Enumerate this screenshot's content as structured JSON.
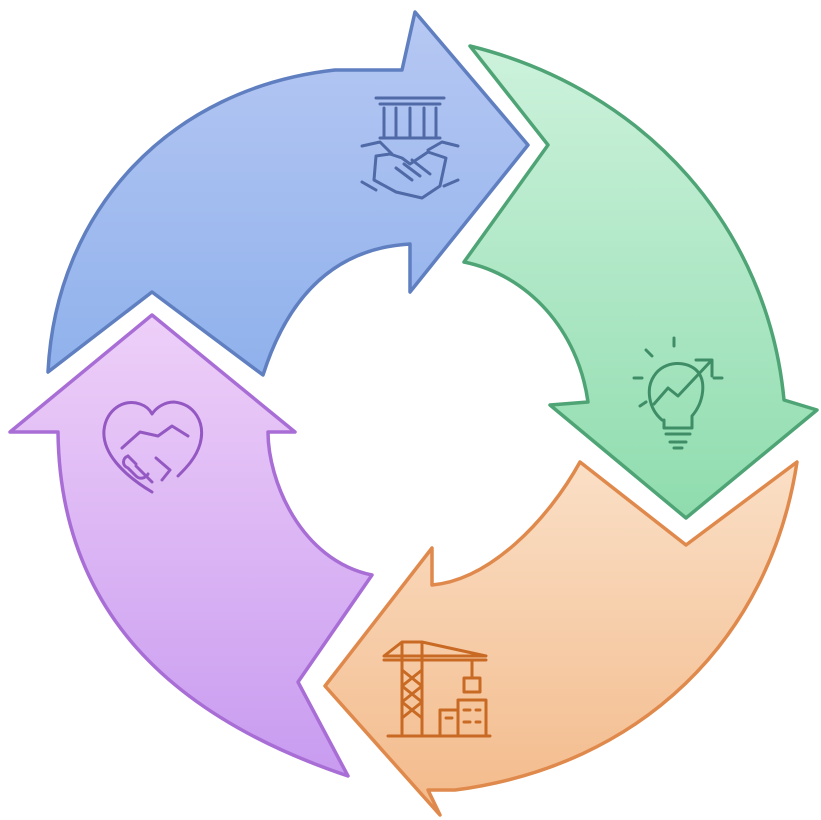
{
  "diagram": {
    "type": "cycle",
    "direction": "clockwise",
    "segments": [
      {
        "id": "blue",
        "position": "top",
        "icon": "handshake-pillar-icon",
        "fill_top": "#b7c8f3",
        "fill_bottom": "#8fb1ec",
        "stroke": "#5f7fc0",
        "icon_color": "#4f6aa6"
      },
      {
        "id": "green",
        "position": "right",
        "icon": "lightbulb-growth-icon",
        "fill_top": "#cdf2dc",
        "fill_bottom": "#8fdcae",
        "stroke": "#4fa476",
        "icon_color": "#3f8d66"
      },
      {
        "id": "orange",
        "position": "bottom",
        "icon": "construction-crane-icon",
        "fill_top": "#fadfc6",
        "fill_bottom": "#f3ba8a",
        "stroke": "#e0894c",
        "icon_color": "#c96a24"
      },
      {
        "id": "purple",
        "position": "left",
        "icon": "heart-handshake-icon",
        "fill_top": "#eecff8",
        "fill_bottom": "#c89bf0",
        "stroke": "#a86ed6",
        "icon_color": "#9458c2"
      }
    ]
  }
}
